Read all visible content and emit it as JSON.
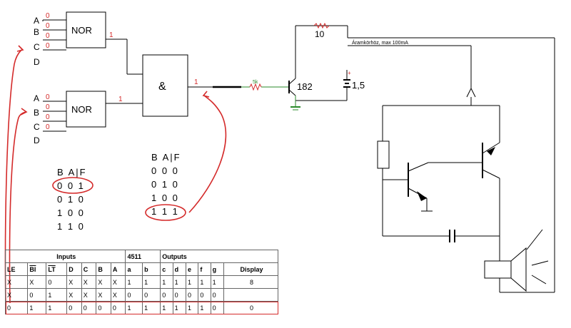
{
  "gates": {
    "nor1": {
      "label": "NOR",
      "inputs": [
        "A",
        "B",
        "C",
        "D"
      ],
      "input_values": [
        "0",
        "0",
        "0",
        "0"
      ],
      "output_value": "1"
    },
    "nor2": {
      "label": "NOR",
      "inputs": [
        "A",
        "B",
        "C",
        "D"
      ],
      "input_values": [
        "0",
        "0",
        "0",
        "0"
      ],
      "output_value": "1"
    },
    "and": {
      "label": "&",
      "output_value": "1"
    }
  },
  "circuit": {
    "resistor_base": "5k",
    "transistor": "182",
    "resistor_collector": "10",
    "battery_plus": "+",
    "battery": "1,5",
    "note": "Áramkörhöz, max 100mA"
  },
  "truth_table_left": {
    "header": "B A|F",
    "rows": [
      "0 0 1",
      "0 1 0",
      "1 0 0",
      "1 1 0"
    ],
    "circled_row": 0
  },
  "truth_table_mid": {
    "header": "B A|F",
    "rows": [
      "0 0 0",
      "0 1 0",
      "1 0 0",
      "1 1 1"
    ],
    "circled_row": 3
  },
  "table_4511": {
    "title_inputs": "Inputs",
    "title_chip": "4511",
    "title_outputs": "Outputs",
    "columns": [
      "LE",
      "BI",
      "LT",
      "D",
      "C",
      "B",
      "A",
      "a",
      "b",
      "c",
      "d",
      "e",
      "f",
      "g",
      "Display"
    ],
    "rows": [
      [
        "X",
        "X",
        "0",
        "X",
        "X",
        "X",
        "X",
        "1",
        "1",
        "1",
        "1",
        "1",
        "1",
        "1",
        "8"
      ],
      [
        "X",
        "0",
        "1",
        "X",
        "X",
        "X",
        "X",
        "0",
        "0",
        "0",
        "0",
        "0",
        "0",
        "0",
        ""
      ],
      [
        "0",
        "1",
        "1",
        "0",
        "0",
        "0",
        "0",
        "1",
        "1",
        "1",
        "1",
        "1",
        "1",
        "0",
        "0"
      ]
    ],
    "highlighted_row": 2
  },
  "colors": {
    "highlight": "#d42a2a",
    "ground": "#2a8a2a",
    "line": "#000000"
  }
}
